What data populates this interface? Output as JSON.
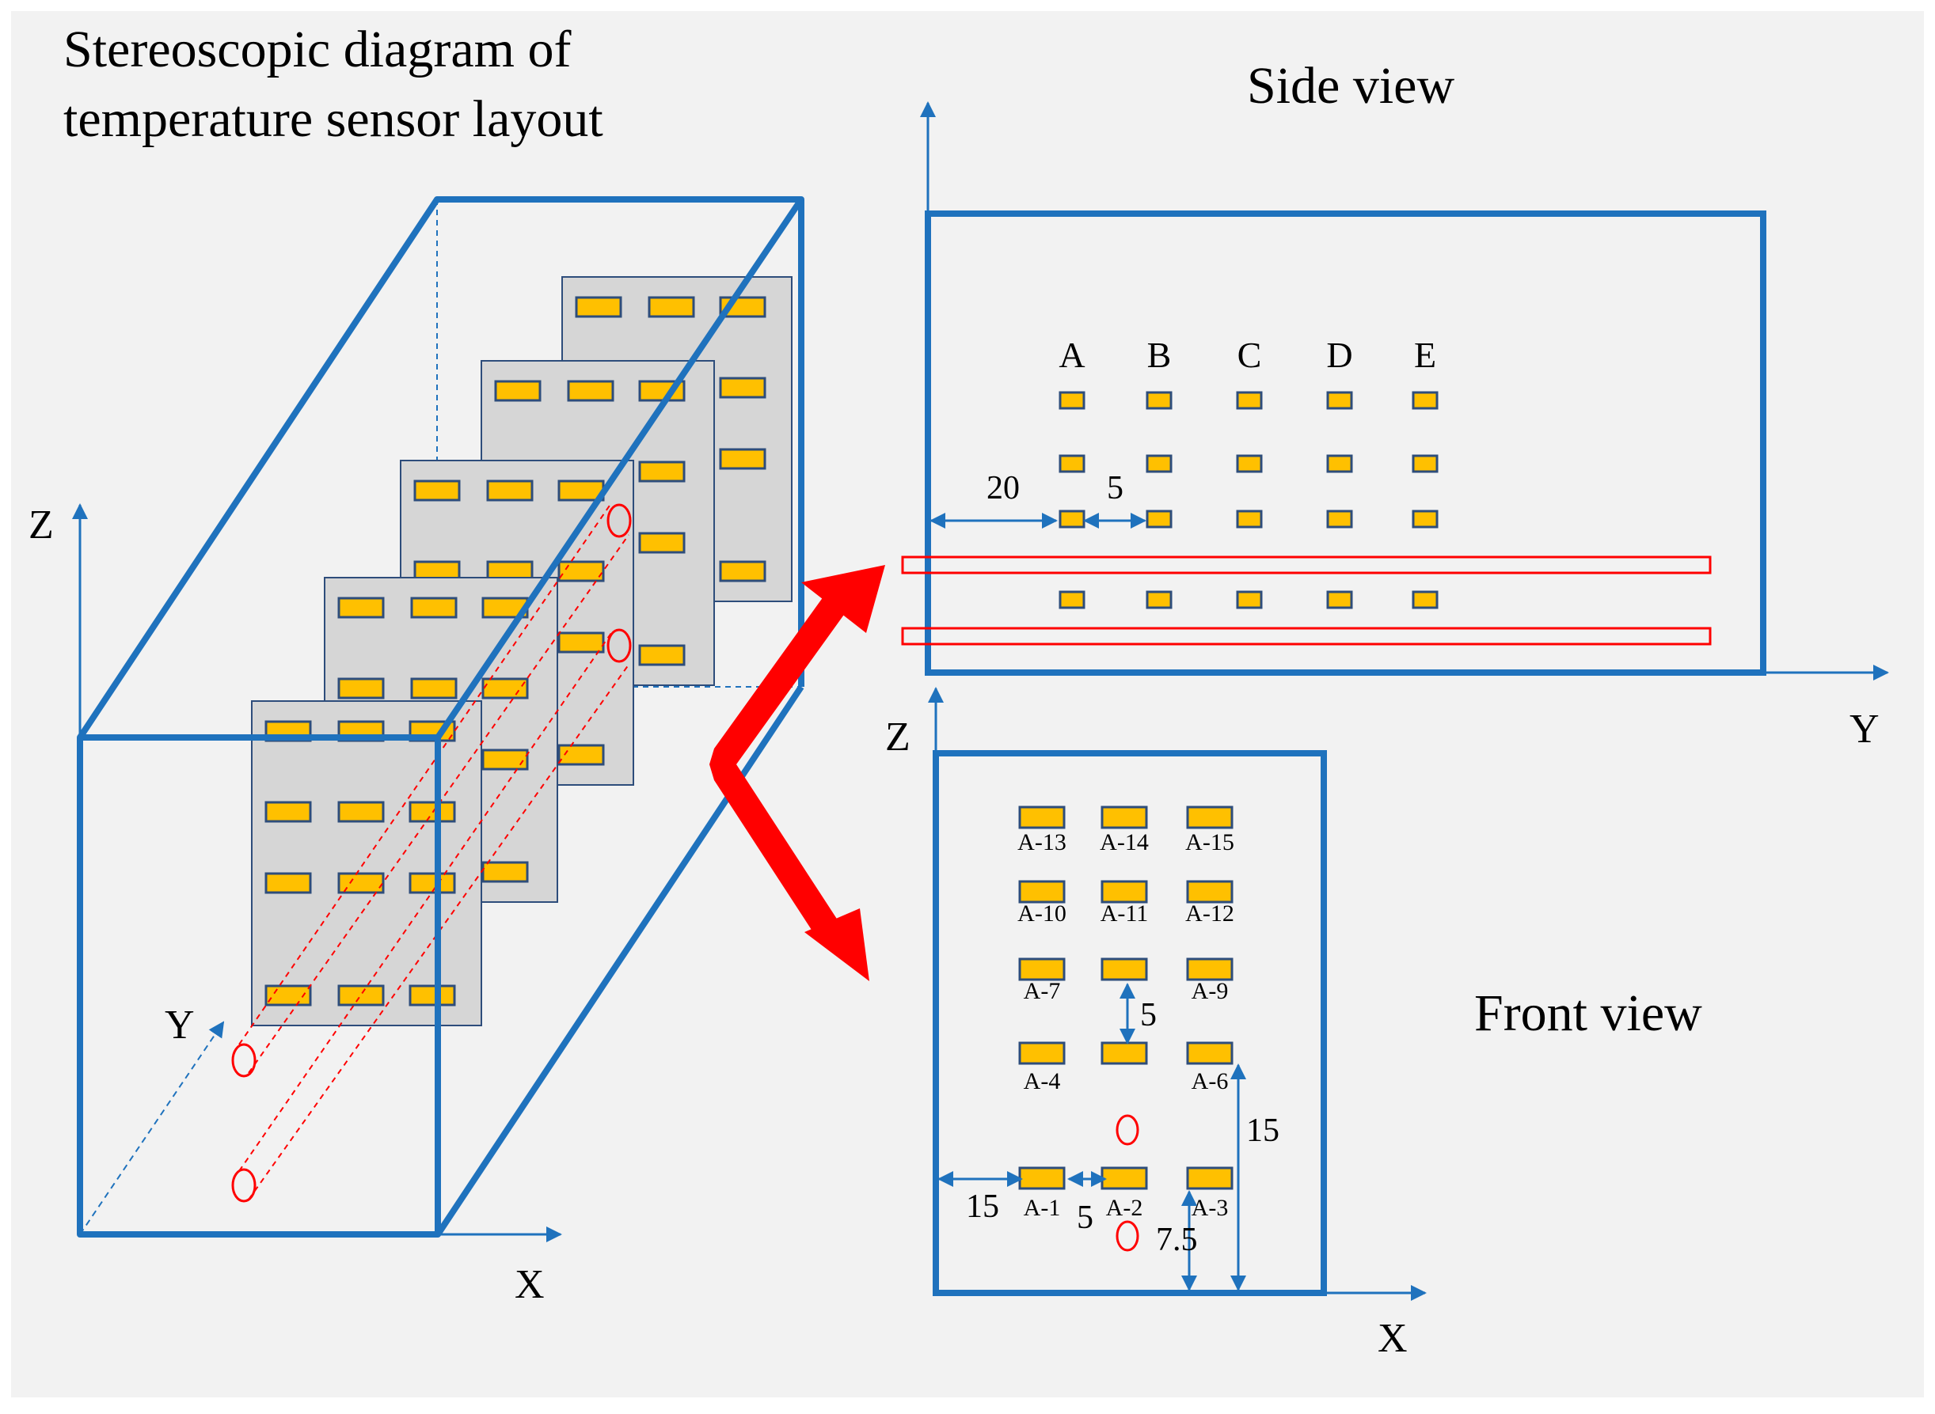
{
  "titles": {
    "stereo": [
      "Stereoscopic diagram of",
      "temperature sensor layout"
    ],
    "side": "Side view",
    "front": "Front view"
  },
  "axes": {
    "iso": {
      "z": "Z",
      "y": "Y",
      "x": "X"
    },
    "side": {
      "y": "Y"
    },
    "front": {
      "z": "Z",
      "x": "X"
    }
  },
  "side_columns": [
    "A",
    "B",
    "C",
    "D",
    "E"
  ],
  "side_dims": {
    "offset": "20",
    "gap": "5"
  },
  "front_labels": [
    [
      "A-13",
      "A-14",
      "A-15"
    ],
    [
      "A-10",
      "A-11",
      "A-12"
    ],
    [
      "A-7",
      "",
      "A-9"
    ],
    [
      "A-4",
      "",
      "A-6"
    ],
    [
      "A-1",
      "A-2",
      "A-3"
    ]
  ],
  "front_dims": {
    "left": "15",
    "gap_h": "5",
    "gap_v": "5",
    "height_a6": "15",
    "height_a3": "7.5"
  },
  "colors": {
    "frame": "#1f72bd",
    "sensor_fill": "#ffc000",
    "sensor_stroke": "#2e4d7b",
    "panel": "#d6d6d6",
    "heater": "#ff0000",
    "background": "#f2f2f2"
  },
  "icons": [
    "double-headed-arrow-icon"
  ]
}
